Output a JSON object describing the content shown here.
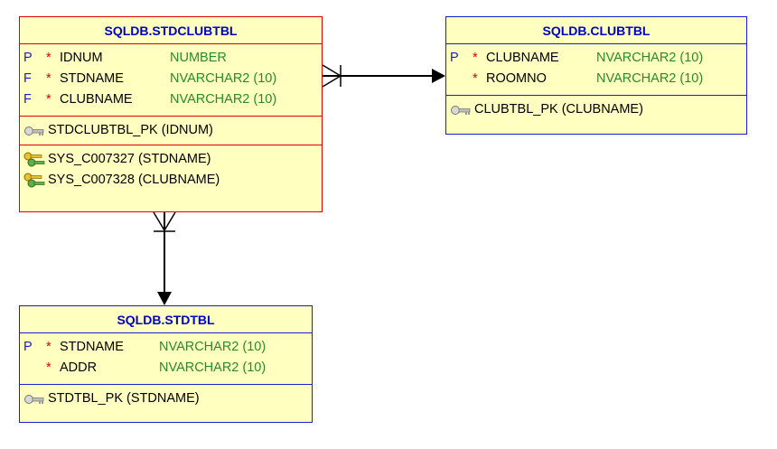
{
  "tables": {
    "stdclubtbl": {
      "title": "SQLDB.STDCLUBTBL",
      "columns": [
        {
          "flag": "P",
          "required": "*",
          "name": "IDNUM",
          "type": "NUMBER"
        },
        {
          "flag": "F",
          "required": "*",
          "name": "STDNAME",
          "type": "NVARCHAR2 (10)"
        },
        {
          "flag": "F",
          "required": "*",
          "name": "CLUBNAME",
          "type": "NVARCHAR2 (10)"
        }
      ],
      "primary_key": "STDCLUBTBL_PK (IDNUM)",
      "foreign_keys": [
        "SYS_C007327 (STDNAME)",
        "SYS_C007328 (CLUBNAME)"
      ]
    },
    "clubtbl": {
      "title": "SQLDB.CLUBTBL",
      "columns": [
        {
          "flag": "P",
          "required": "*",
          "name": "CLUBNAME",
          "type": "NVARCHAR2 (10)"
        },
        {
          "flag": "",
          "required": "*",
          "name": "ROOMNO",
          "type": "NVARCHAR2 (10)"
        }
      ],
      "primary_key": "CLUBTBL_PK (CLUBNAME)"
    },
    "stdtbl": {
      "title": "SQLDB.STDTBL",
      "columns": [
        {
          "flag": "P",
          "required": "*",
          "name": "STDNAME",
          "type": "NVARCHAR2 (10)"
        },
        {
          "flag": "",
          "required": "*",
          "name": "ADDR",
          "type": "NVARCHAR2 (10)"
        }
      ],
      "primary_key": "STDTBL_PK (STDNAME)"
    }
  },
  "colors": {
    "selected_border": "#e00000",
    "entity_border": "#1c1cd6",
    "entity_fill": "#ffffc0",
    "title_text": "#0000c8",
    "type_text": "#2a8a2a"
  }
}
